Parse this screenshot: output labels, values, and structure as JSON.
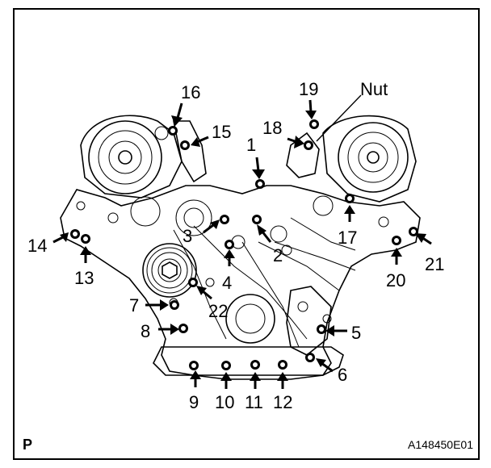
{
  "callouts": [
    "1",
    "2",
    "3",
    "4",
    "5",
    "6",
    "7",
    "8",
    "9",
    "10",
    "11",
    "12",
    "13",
    "14",
    "15",
    "16",
    "17",
    "18",
    "19",
    "20",
    "21",
    "22",
    "Nut"
  ],
  "corner_letter": "P",
  "figure_id": "A148450E01",
  "colors": {
    "line": "#000000",
    "background": "#ffffff"
  }
}
